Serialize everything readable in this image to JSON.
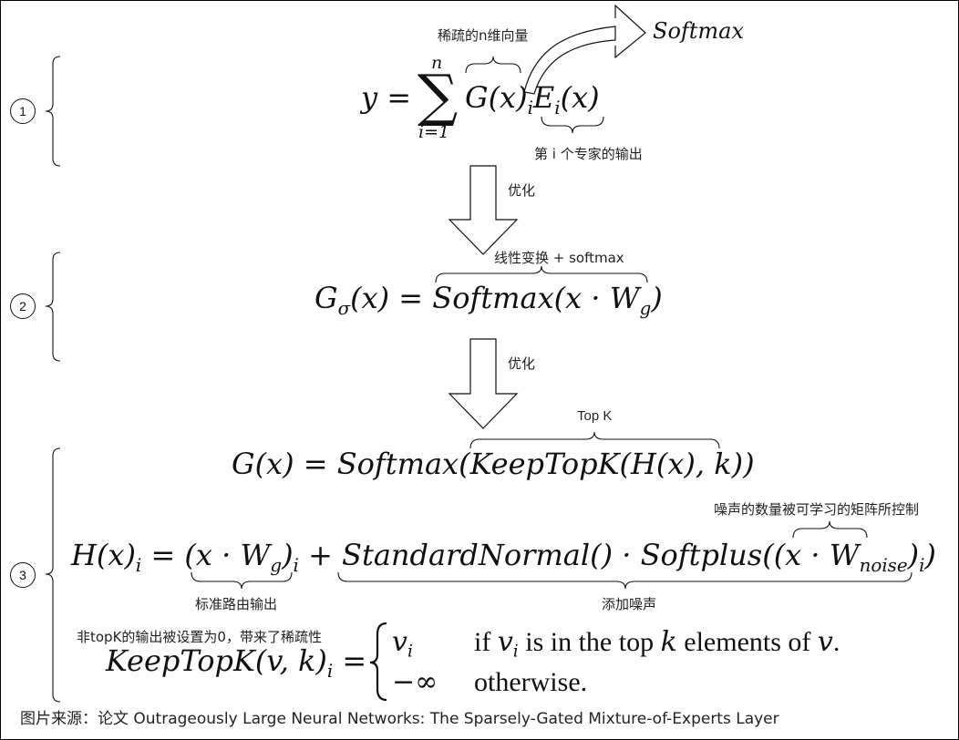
{
  "section_labels": [
    "1",
    "2",
    "3"
  ],
  "eq1": {
    "lhs": "y =",
    "sum_upper": "n",
    "sum_lower": "i=1",
    "term_g": "G(x)",
    "term_g_sub": "i",
    "term_e": "E",
    "term_e_sub": "i",
    "term_e_arg": "(x)",
    "softmax_label": "Softmax",
    "top_note": "稀疏的n维向量",
    "bottom_note": "第 i 个专家的输出"
  },
  "arrows": {
    "arrow1_label": "优化",
    "arrow2_label": "优化"
  },
  "eq2": {
    "lhs_g": "G",
    "lhs_sub": "σ",
    "lhs_rest": "(x) =",
    "rhs": "Softmax(x · W",
    "rhs_sub": "g",
    "rhs_end": ")",
    "brace_note": "线性变换 + softmax"
  },
  "eq3": {
    "lhs": "G(x) = Softmax(",
    "inner": "KeepTopK(H(x), k)",
    "end": ")",
    "brace_note": "Top K"
  },
  "eq4": {
    "lhs": "H(x)",
    "lhs_sub": "i",
    "eq": " = ",
    "lin_open": "(x · W",
    "lin_sub": "g",
    "lin_close": ")",
    "lin_close_sub": "i",
    "plus": " + ",
    "noise_a": "StandardNormal() · Softplus((x · W",
    "noise_sub": "noise",
    "noise_close": ")",
    "noise_close_sub": "i",
    "noise_end": ")",
    "w_note": "噪声的数量被可学习的矩阵所控制",
    "lin_note": "标准路由输出",
    "noise_note": "添加噪声"
  },
  "eq5": {
    "lhs": "KeepTopK(v, k)",
    "lhs_sub": "i",
    "eq": " =",
    "case1_val": "v",
    "case1_val_sub": "i",
    "case1_cond_a": "if ",
    "case1_cond_v": "v",
    "case1_cond_vsub": "i",
    "case1_cond_b": " is in the top ",
    "case1_cond_k": "k",
    "case1_cond_c": " elements of ",
    "case1_cond_v2": "v",
    "case1_cond_d": ".",
    "case2_val": "−∞",
    "case2_cond": "otherwise.",
    "note": "非topK的输出被设置为0，带来了稀疏性"
  },
  "caption": "图片来源：论文 Outrageously Large Neural Networks: The Sparsely-Gated Mixture-of-Experts Layer"
}
